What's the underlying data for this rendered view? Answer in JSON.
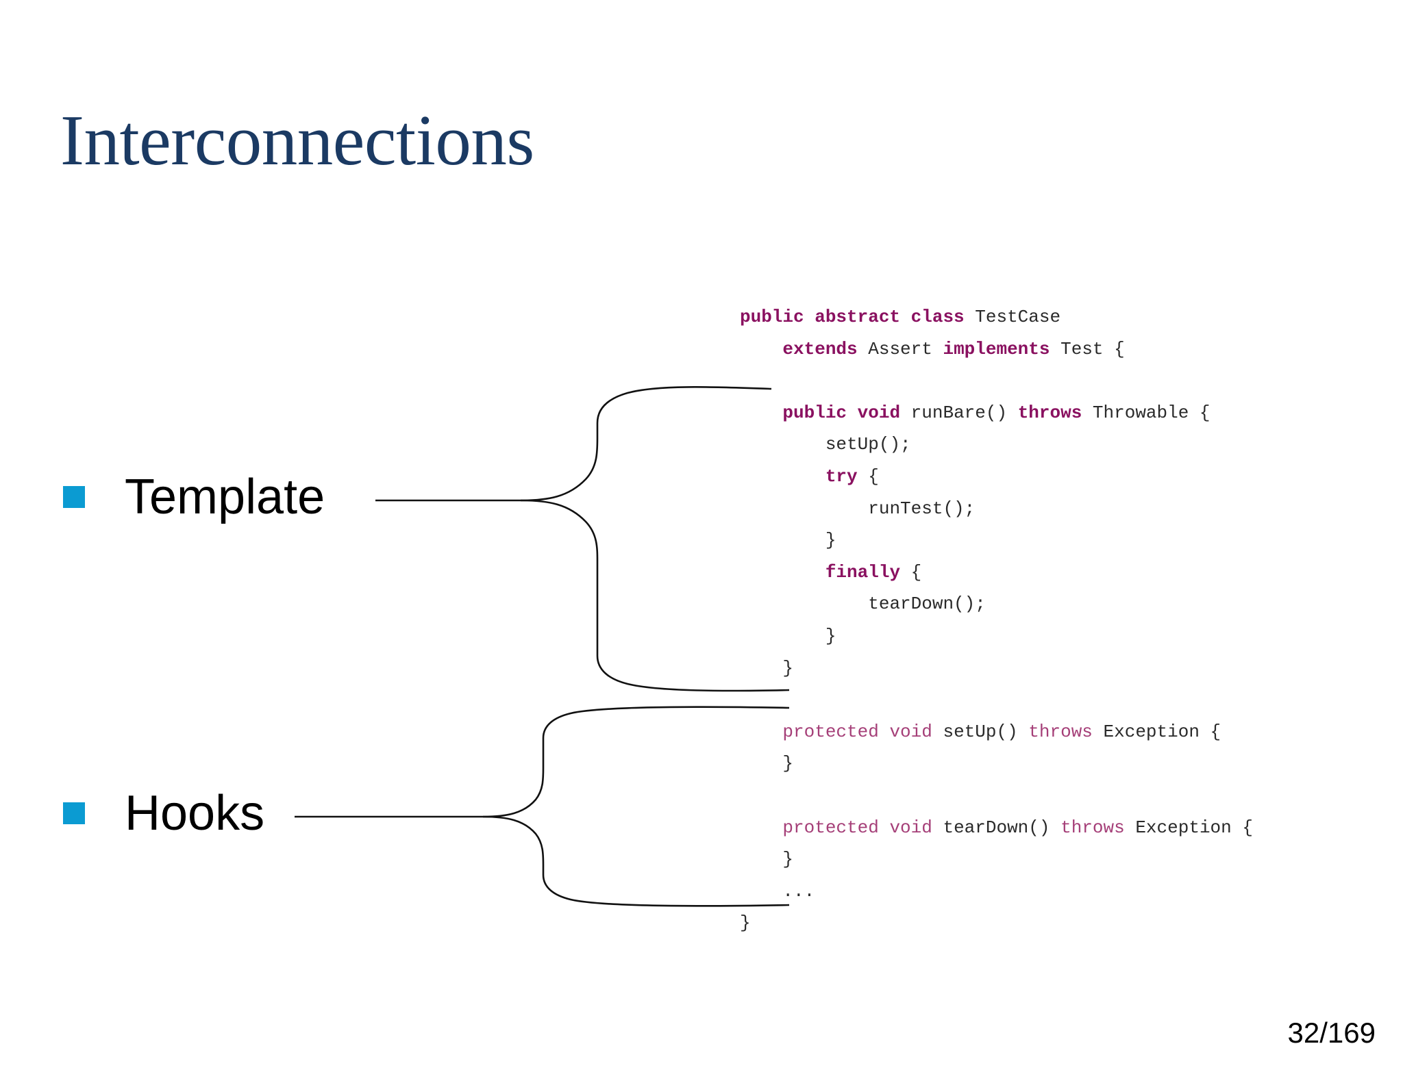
{
  "slide": {
    "title": "Interconnections",
    "page_number": "32/169",
    "background_color": "#ffffff",
    "title_color": "#1b3a63",
    "bullet_color": "#0b9bd2",
    "keyword_bold_color": "#8a1160",
    "keyword_light_color": "#a53f78",
    "code_plain_color": "#2a2a2a",
    "connector_color": "#111111"
  },
  "bullets": [
    {
      "label": "Template",
      "connects_to": "template-brace"
    },
    {
      "label": "Hooks",
      "connects_to": "hooks-brace"
    }
  ],
  "code": {
    "language": "java",
    "lines": [
      {
        "indent": 0,
        "tokens": [
          {
            "t": "public abstract class ",
            "s": "kw-b"
          },
          {
            "t": "TestCase",
            "s": "pln"
          }
        ]
      },
      {
        "indent": 1,
        "tokens": [
          {
            "t": "extends ",
            "s": "kw-b"
          },
          {
            "t": "Assert ",
            "s": "pln"
          },
          {
            "t": "implements ",
            "s": "kw-b"
          },
          {
            "t": "Test {",
            "s": "pln"
          }
        ]
      },
      {
        "indent": 0,
        "tokens": []
      },
      {
        "indent": 1,
        "tokens": [
          {
            "t": "public void ",
            "s": "kw-b"
          },
          {
            "t": "runBare() ",
            "s": "pln"
          },
          {
            "t": "throws ",
            "s": "kw-b"
          },
          {
            "t": "Throwable {",
            "s": "pln"
          }
        ]
      },
      {
        "indent": 2,
        "tokens": [
          {
            "t": "setUp();",
            "s": "pln"
          }
        ]
      },
      {
        "indent": 2,
        "tokens": [
          {
            "t": "try",
            "s": "kw-b"
          },
          {
            "t": " {",
            "s": "pln"
          }
        ]
      },
      {
        "indent": 3,
        "tokens": [
          {
            "t": "runTest();",
            "s": "pln"
          }
        ]
      },
      {
        "indent": 2,
        "tokens": [
          {
            "t": "}",
            "s": "pln"
          }
        ]
      },
      {
        "indent": 2,
        "tokens": [
          {
            "t": "finally",
            "s": "kw-b"
          },
          {
            "t": " {",
            "s": "pln"
          }
        ]
      },
      {
        "indent": 3,
        "tokens": [
          {
            "t": "tearDown();",
            "s": "pln"
          }
        ]
      },
      {
        "indent": 2,
        "tokens": [
          {
            "t": "}",
            "s": "pln"
          }
        ]
      },
      {
        "indent": 1,
        "tokens": [
          {
            "t": "}",
            "s": "pln"
          }
        ]
      },
      {
        "indent": 0,
        "tokens": []
      },
      {
        "indent": 1,
        "tokens": [
          {
            "t": "protected void ",
            "s": "kw-l"
          },
          {
            "t": "setUp() ",
            "s": "pln"
          },
          {
            "t": "throws ",
            "s": "kw-l"
          },
          {
            "t": "Exception {",
            "s": "pln"
          }
        ]
      },
      {
        "indent": 1,
        "tokens": [
          {
            "t": "}",
            "s": "pln"
          }
        ]
      },
      {
        "indent": 0,
        "tokens": []
      },
      {
        "indent": 1,
        "tokens": [
          {
            "t": "protected void ",
            "s": "kw-l"
          },
          {
            "t": "tearDown() ",
            "s": "pln"
          },
          {
            "t": "throws ",
            "s": "kw-l"
          },
          {
            "t": "Exception {",
            "s": "pln"
          }
        ]
      },
      {
        "indent": 1,
        "tokens": [
          {
            "t": "}",
            "s": "pln"
          }
        ]
      },
      {
        "indent": 1,
        "tokens": [
          {
            "t": "...",
            "s": "pln"
          }
        ]
      },
      {
        "indent": 0,
        "tokens": [
          {
            "t": "}",
            "s": "pln"
          }
        ]
      }
    ]
  }
}
